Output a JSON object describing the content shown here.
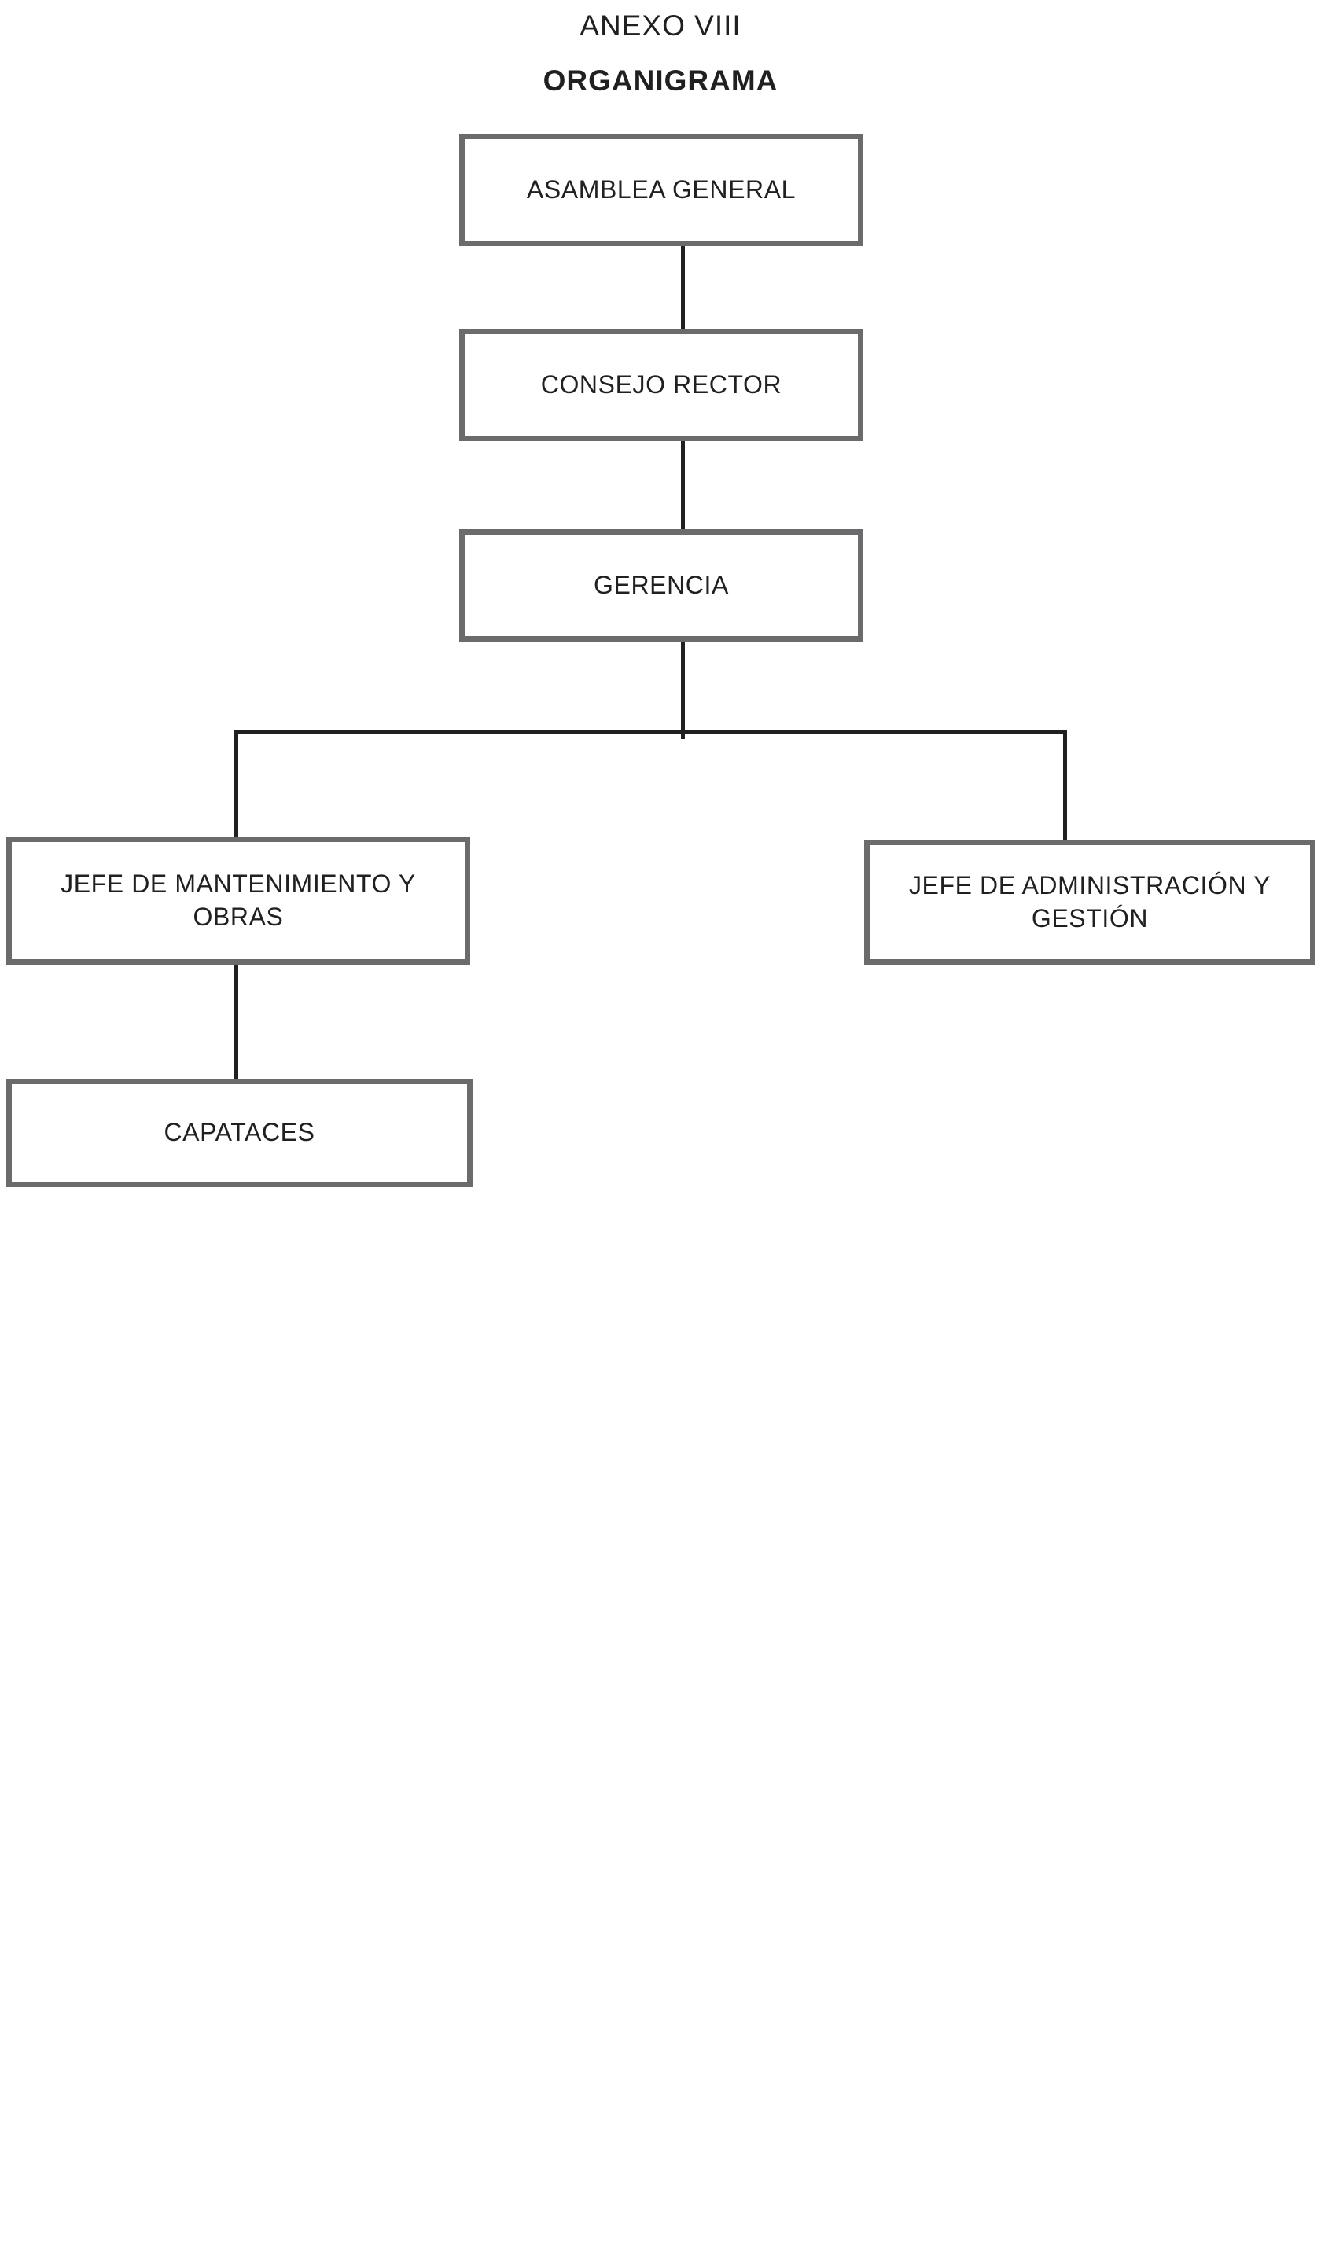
{
  "page": {
    "title": "ANEXO VIII",
    "subtitle": "ORGANIGRAMA"
  },
  "orgchart": {
    "nodes": [
      {
        "id": "asamblea-general",
        "label": "ASAMBLEA GENERAL",
        "lines": [
          "ASAMBLEA GENERAL"
        ]
      },
      {
        "id": "consejo-rector",
        "label": "CONSEJO RECTOR",
        "lines": [
          "CONSEJO RECTOR"
        ]
      },
      {
        "id": "gerencia",
        "label": "GERENCIA",
        "lines": [
          "GERENCIA"
        ]
      },
      {
        "id": "jefe-mantenimiento",
        "label": "JEFE DE MANTENIMIENTO Y OBRAS",
        "lines": [
          "JEFE DE MANTENIMIENTO Y",
          "OBRAS"
        ]
      },
      {
        "id": "jefe-administracion",
        "label": "JEFE DE ADMINISTRACIÓN Y GESTIÓN",
        "lines": [
          "JEFE DE ADMINISTRACIÓN Y",
          "GESTIÓN"
        ]
      },
      {
        "id": "capataces",
        "label": "CAPATACES",
        "lines": [
          "CAPATACES"
        ]
      }
    ],
    "edges": [
      {
        "from": "asamblea-general",
        "to": "consejo-rector"
      },
      {
        "from": "consejo-rector",
        "to": "gerencia"
      },
      {
        "from": "gerencia",
        "to": "jefe-mantenimiento"
      },
      {
        "from": "gerencia",
        "to": "jefe-administracion"
      },
      {
        "from": "jefe-mantenimiento",
        "to": "capataces"
      }
    ]
  },
  "colors": {
    "background": "#ffffff",
    "box_border": "#6b6b6d",
    "text": "#211f20",
    "connector_line": "#211f20"
  }
}
